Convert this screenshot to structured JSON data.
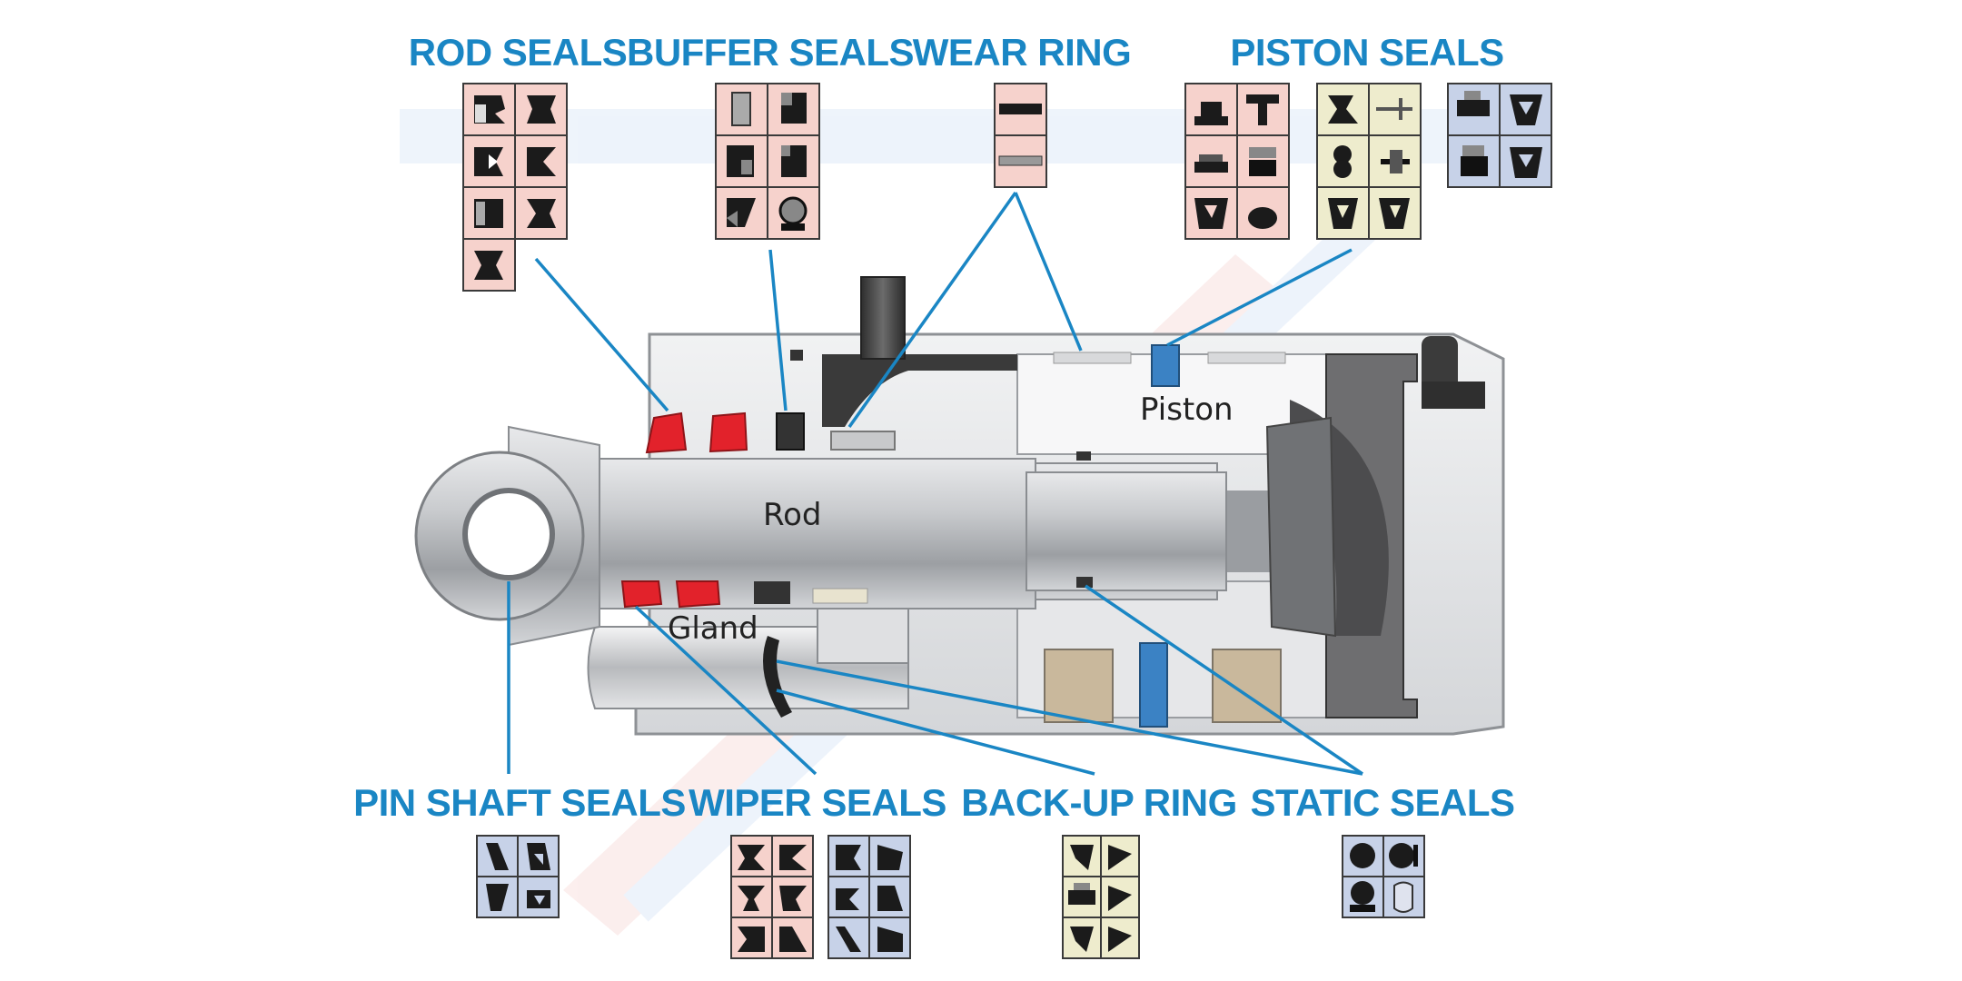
{
  "categories": {
    "rod_seals": "ROD SEALS",
    "buffer_seals": "BUFFER SEALS",
    "wear_ring": "WEAR RING",
    "piston_seals": "PISTON SEALS",
    "pin_shaft_seals": "PIN SHAFT SEALS",
    "wiper_seals": "WIPER SEALS",
    "backup_ring": "BACK-UP RING",
    "static_seals": "STATIC SEALS"
  },
  "parts": {
    "piston": "Piston",
    "rod": "Rod",
    "gland": "Gland"
  },
  "colors": {
    "label_blue": "#1a86c4",
    "cell_pink": "#f6d2cc",
    "cell_cream": "#eeeccd",
    "cell_blue": "#c7d2e8",
    "seal_red": "#e2222b",
    "seal_blue": "#3b82c4",
    "metal": "#b9bcc0"
  }
}
